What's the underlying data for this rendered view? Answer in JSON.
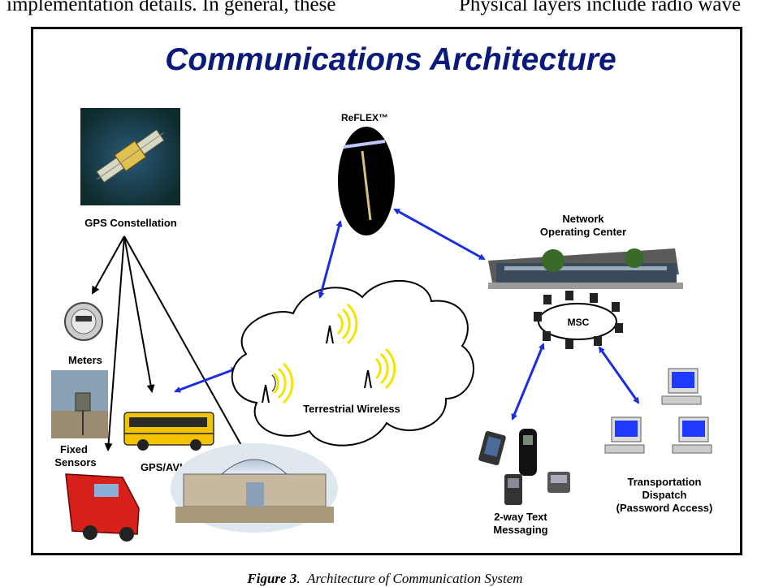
{
  "page_text": {
    "top_left": "implementation  details.  In  general,  these",
    "top_right": "Physical layers include radio wave"
  },
  "figure": {
    "title": "Communications Architecture",
    "labels": {
      "gps": "GPS Constellation",
      "reflex": "ReFLEX™",
      "noc_line1": "Network",
      "noc_line2": "Operating Center",
      "msc": "MSC",
      "meters": "Meters",
      "fixed_line1": "Fixed",
      "fixed_line2": "Sensors",
      "gps_avl": "GPS/AVL",
      "terrestrial": "Terrestrial Wireless",
      "text_line1": "2-way Text",
      "text_line2": "Messaging",
      "dispatch_line1": "Transportation",
      "dispatch_line2": "Dispatch",
      "dispatch_line3": "(Password Access)"
    },
    "colors": {
      "arrow_blue": "#1a2ee0",
      "title_navy": "#0a1a7a",
      "wave_yellow": "#f5e400"
    }
  },
  "caption": {
    "label": "Figure 3",
    "text": "Architecture of Communication System"
  }
}
